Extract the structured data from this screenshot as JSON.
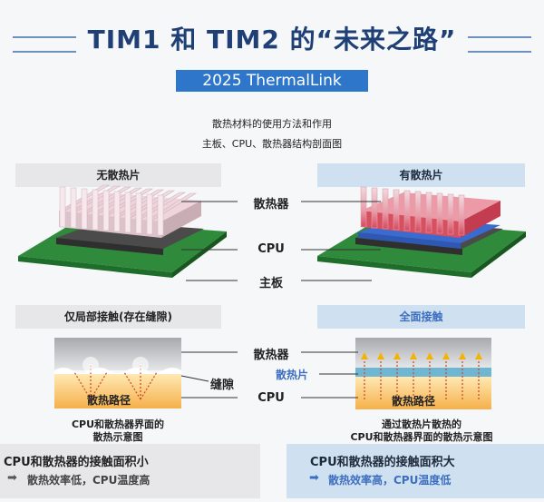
{
  "header": {
    "title": "TIM1 和 TIM2 的“未来之路”",
    "subtitle": "2025 ThermalLink"
  },
  "diagram": {
    "heading1": "散热材料的使用方法和作用",
    "heading2": "主板、CPU、散热器结构剖面图",
    "left_header": "无散热片",
    "right_header": "有散热片",
    "center_labels": {
      "heatsink": "散热器",
      "cpu": "CPU",
      "board": "主板"
    },
    "left_contact": "仅局部接触(存在缝隙)",
    "right_contact": "全面接触",
    "zoom_labels": {
      "heatsink": "散热器",
      "gap": "缝隙",
      "cpu": "CPU",
      "pad": "散热片",
      "path_left": "散热路径",
      "path_right": "散热路径"
    },
    "left_caption_1": "CPU和散热器界面的",
    "left_caption_2": "散热示意图",
    "right_caption_1": "通过散热片散热的",
    "right_caption_2": "CPU和散热器界面的散热示意图",
    "left_result_title": "CPU和散热器的接触面积小",
    "left_result_text": "散热效率低，CPU温度高",
    "right_result_title": "CPU和散热器的接触面积大",
    "right_result_text": "散热效率高，CPU温度低",
    "arrow_icon": "right-arrow-icon"
  }
}
